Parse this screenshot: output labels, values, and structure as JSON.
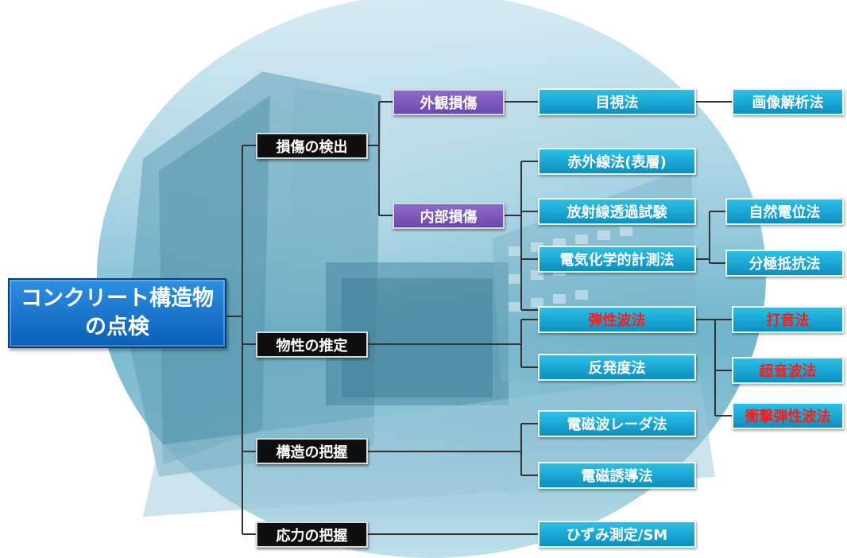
{
  "root": {
    "line1": "コンクリート構造物",
    "line2": "の点検"
  },
  "categories": {
    "damage": "損傷の検出",
    "properties": "物性の推定",
    "structure": "構造の把握",
    "stress": "応力の把握"
  },
  "damage_types": {
    "external": "外観損傷",
    "internal": "内部損傷"
  },
  "methods": {
    "visual": "目視法",
    "image_analysis": "画像解析法",
    "infrared": "赤外線法(表層)",
    "radiography": "放射線透過試験",
    "natural_potential": "自然電位法",
    "electrochemical": "電気化学的計測法",
    "polarization": "分極抵抗法",
    "elastic_wave": "弾性波法",
    "hammering": "打音法",
    "rebound": "反発度法",
    "ultrasonic": "超音波法",
    "impact_echo": "衝撃弾性波法",
    "radar": "電磁波レーダ法",
    "induction": "電磁誘導法",
    "strain": "ひずみ測定/SM"
  },
  "colors": {
    "root_blue": "#0a5fb8",
    "category_black": "#0f0f0f",
    "damage_purple": "#6a48ad",
    "method_cyan": "#0e8fbf",
    "highlight_red": "#ff1a1a",
    "connector": "#333333"
  }
}
